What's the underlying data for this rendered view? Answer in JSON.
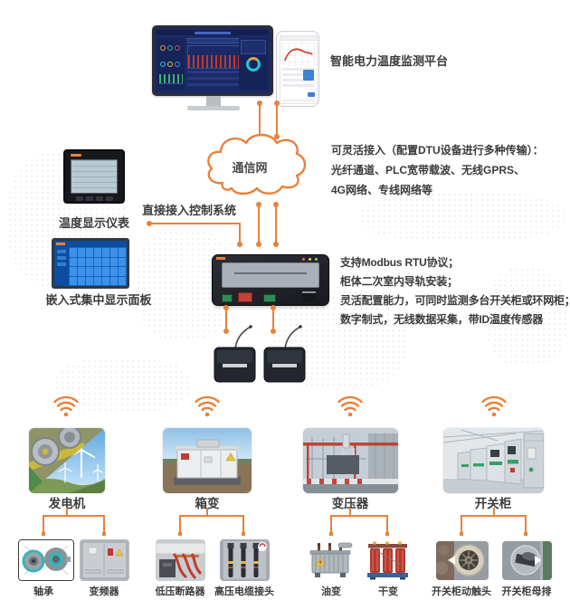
{
  "platform": {
    "title": "智能电力温度监测平台"
  },
  "cloud": {
    "label": "通信网",
    "note_lines": [
      "可灵活接入（配置DTU设备进行多种传输）：",
      "光纤通道、PLC宽带载波、无线GPRS、",
      "4G网络、专线网络等"
    ]
  },
  "control": {
    "direct_access": "直接接入控制系统"
  },
  "devices": {
    "meter_label": "温度显示仪表",
    "panel_label": "嵌入式集中显示面板"
  },
  "dtu": {
    "note_lines": [
      "支持Modbus RTU协议；",
      "柜体二次室内导轨安装；",
      "灵活配置能力，可同时监测多台开关柜或环网柜；",
      "数字制式，无线数据采集，带ID温度传感器"
    ]
  },
  "equipment": {
    "groups": [
      {
        "label": "发电机",
        "children": [
          {
            "label": "轴承"
          },
          {
            "label": "变频器"
          }
        ]
      },
      {
        "label": "箱变",
        "children": [
          {
            "label": "低压断路器"
          },
          {
            "label": "高压电缆接头"
          }
        ]
      },
      {
        "label": "变压器",
        "children": [
          {
            "label": "油变"
          },
          {
            "label": "干变"
          }
        ]
      },
      {
        "label": "开关柜",
        "children": [
          {
            "label": "开关柜动触头"
          },
          {
            "label": "开关柜母排"
          }
        ]
      }
    ]
  },
  "icons": {
    "wifi": "wifi-signal",
    "cloud": "cloud-outline",
    "antenna": "sensor-antenna"
  },
  "colors": {
    "accent_orange": "#E8813A",
    "text_dark": "#3B3B3B",
    "screen_navy": "#1B2A66",
    "panel_blue": "#1565C0"
  }
}
